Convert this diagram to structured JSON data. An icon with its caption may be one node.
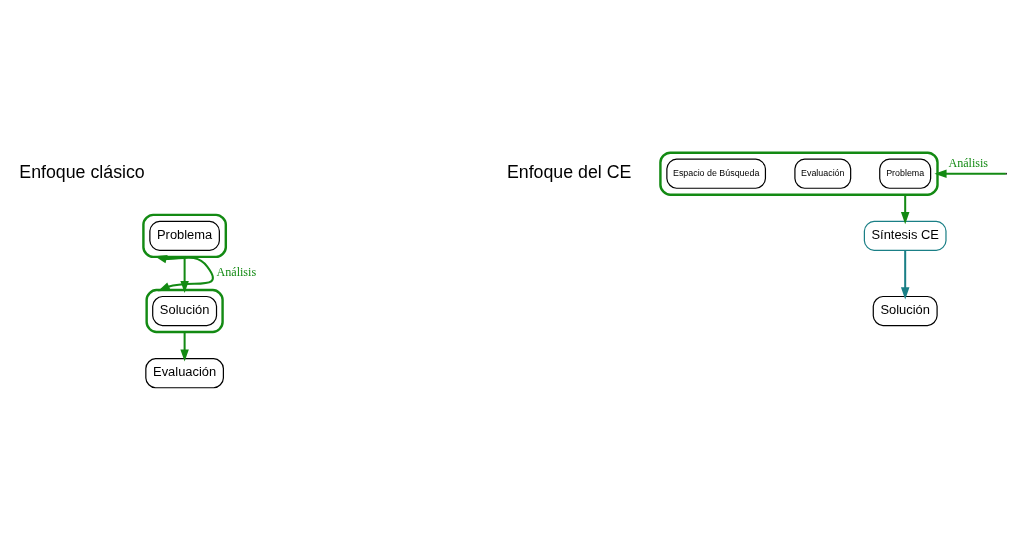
{
  "diagram": {
    "nodes": [
      {
        "text": [],
        "shape": "ellipse"
      },
      {
        "text": [
          "Problema"
        ],
        "in": 0
      },
      {
        "text": [],
        "shape": "ellipse"
      },
      {
        "text": [
          "Solución"
        ],
        "in": 2
      },
      {
        "text": [
          "Evaluación"
        ]
      },
      {
        "text": [],
        "shape": "ellipse"
      },
      {
        "text": [
          "Problema"
        ],
        "in": 5
      },
      {
        "text": [
          "Evaluación"
        ],
        "in": 5
      },
      {
        "text": [
          "Espacio de Búsqueda"
        ],
        "in": 5
      },
      {
        "text": [
          "Síntesis CE"
        ]
      },
      {
        "text": [
          "Solución"
        ]
      }
    ],
    "edges": [
      {
        "from": 0,
        "to": 2,
        "arrow": "to"
      },
      {
        "from": 2,
        "to": 4,
        "arrow": "to"
      },
      {
        "from": 0,
        "to": 2,
        "arrow": "both",
        "label": "Análisis"
      },
      {
        "from": 5,
        "to": 9,
        "arrow": "to"
      },
      {
        "from": 9,
        "to": 10,
        "arrow": "to",
        "color": "#1a7f86"
      },
      {
        "from": null,
        "to": 5,
        "arrow": "to",
        "label": "Análisis"
      }
    ],
    "labels": [
      "Enfoque clásico",
      "Enfoque del CE"
    ]
  }
}
